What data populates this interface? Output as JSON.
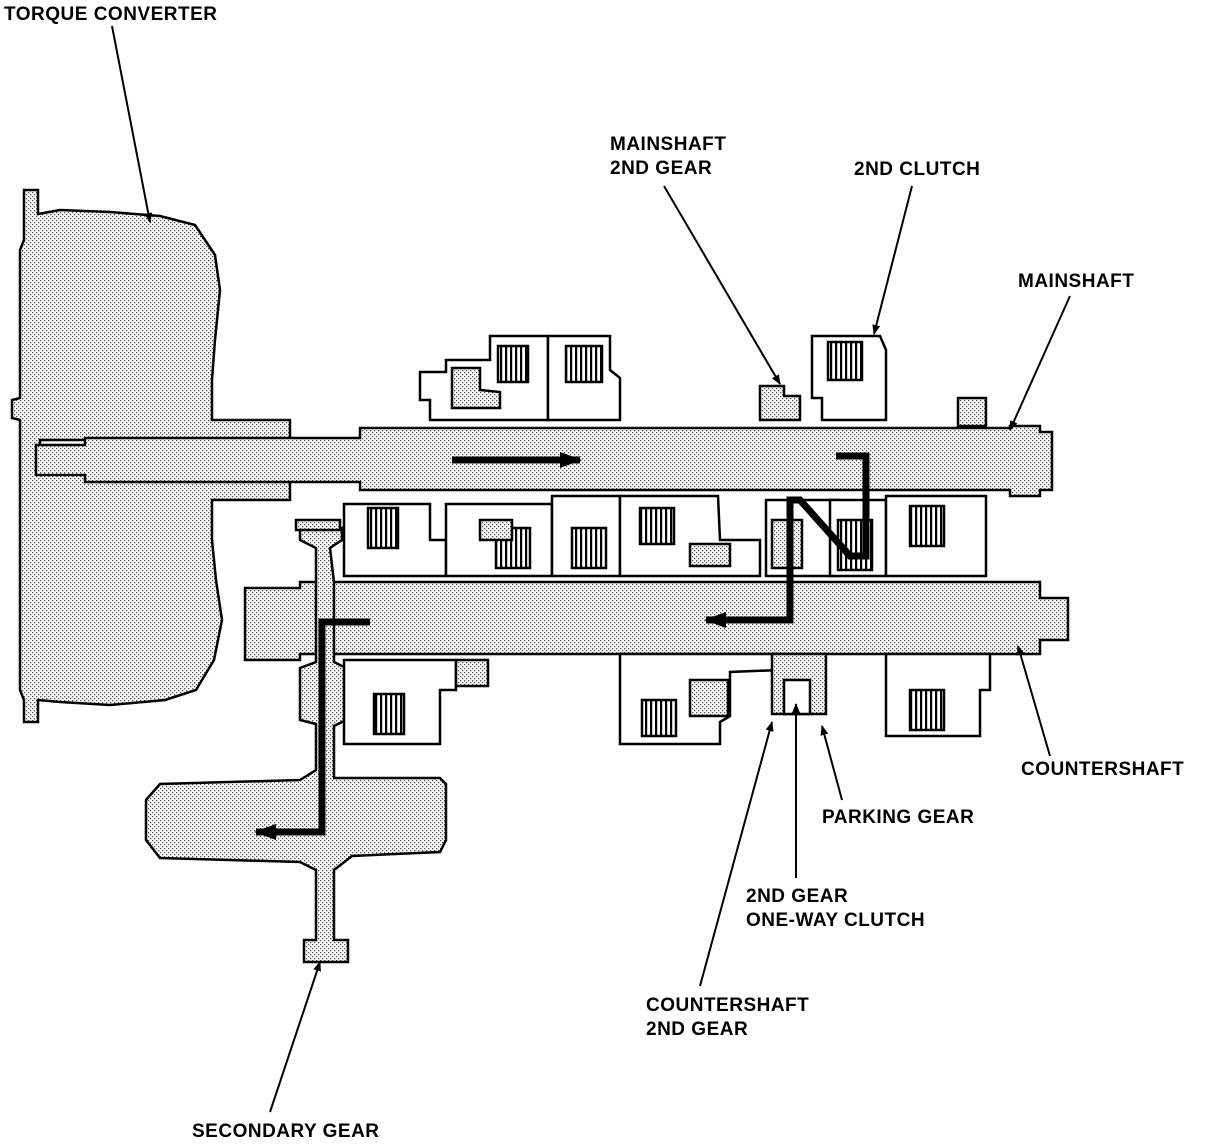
{
  "labels": {
    "torque_converter": "TORQUE CONVERTER",
    "mainshaft_2nd_gear": [
      "MAINSHAFT",
      "2ND GEAR"
    ],
    "second_clutch": "2ND CLUTCH",
    "mainshaft": "MAINSHAFT",
    "countershaft": "COUNTERSHAFT",
    "parking_gear": "PARKING GEAR",
    "second_gear_one_way_clutch": [
      "2ND GEAR",
      "ONE-WAY CLUTCH"
    ],
    "countershaft_2nd_gear": [
      "COUNTERSHAFT",
      "2ND GEAR"
    ],
    "secondary_gear": "SECONDARY GEAR"
  },
  "colors": {
    "ink": "#000000",
    "stipple": "#b8b8b8",
    "background": "#ffffff"
  }
}
